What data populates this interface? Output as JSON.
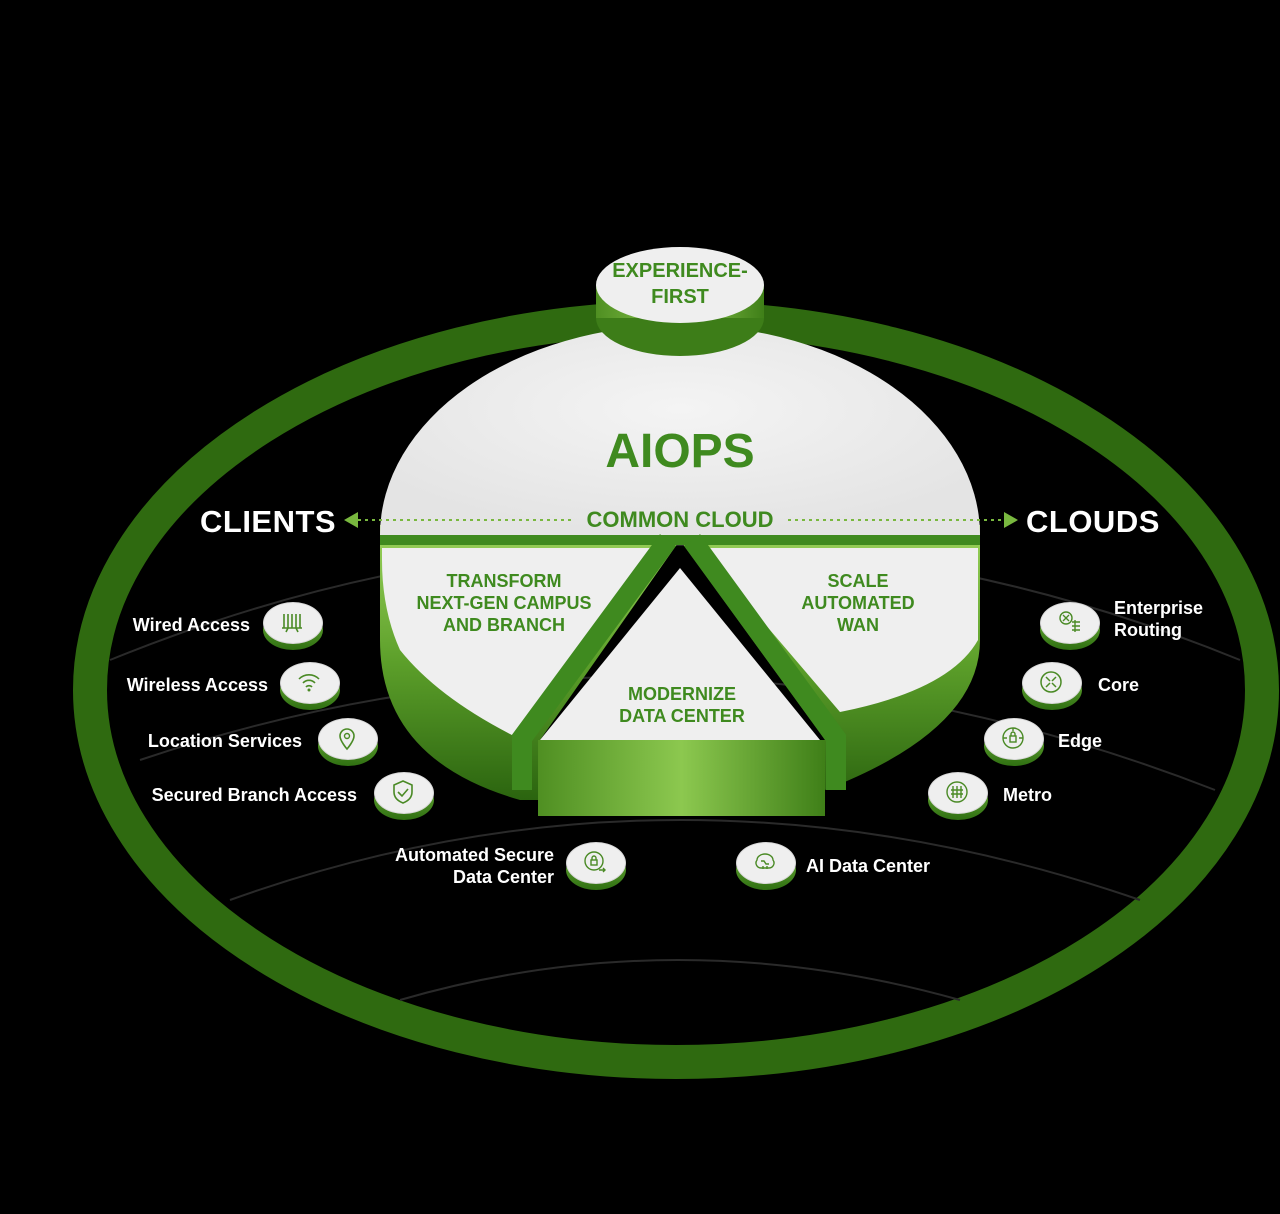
{
  "experience": {
    "line1": "EXPERIENCE-",
    "line2": "FIRST"
  },
  "center": {
    "title": "AIOPS",
    "common_cloud": "COMMON CLOUD"
  },
  "headers": {
    "clients": "CLIENTS",
    "clouds": "CLOUDS"
  },
  "segments": {
    "transform": [
      "TRANSFORM",
      "NEXT-GEN CAMPUS",
      "AND BRANCH"
    ],
    "scale": [
      "SCALE",
      "AUTOMATED",
      "WAN"
    ],
    "modernize": [
      "MODERNIZE",
      "DATA CENTER"
    ]
  },
  "clients": [
    {
      "label": "Wired Access",
      "icon": "wired-access-icon"
    },
    {
      "label": "Wireless Access",
      "icon": "wifi-icon"
    },
    {
      "label": "Location Services",
      "icon": "location-pin-icon"
    },
    {
      "label": "Secured Branch Access",
      "icon": "shield-check-icon"
    }
  ],
  "clouds": [
    {
      "label_lines": [
        "Enterprise",
        "Routing"
      ],
      "icon": "enterprise-routing-icon"
    },
    {
      "label": "Core",
      "icon": "core-icon"
    },
    {
      "label": "Edge",
      "icon": "edge-icon"
    },
    {
      "label": "Metro",
      "icon": "metro-icon"
    }
  ],
  "bottom": {
    "secure_dc": [
      "Automated Secure",
      "Data Center"
    ],
    "ai_dc": "AI Data Center"
  },
  "colors": {
    "green": "#3f8a1f",
    "ring": "#2f6a10",
    "disk_top": "#efefef",
    "text": "#ffffff"
  }
}
